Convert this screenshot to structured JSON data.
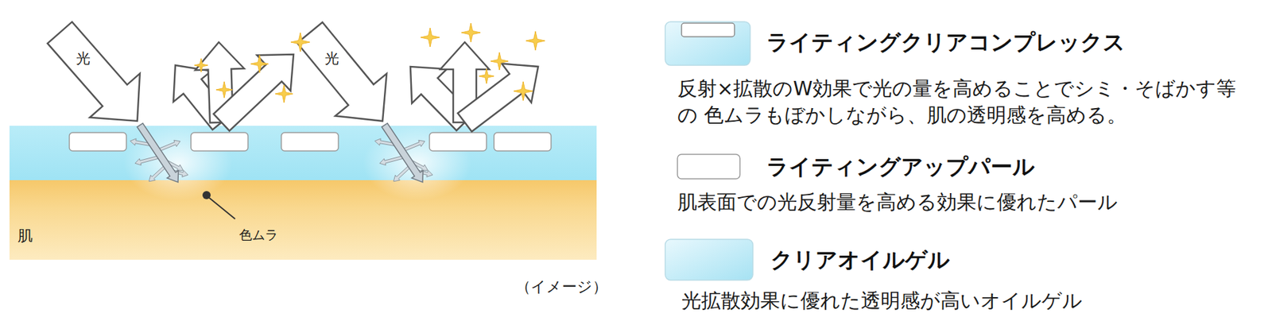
{
  "diagram": {
    "labels": [
      "光",
      "光",
      "色ムラ",
      "肌",
      "（イメージ）",
      "反射×拡散のW効果で光の量を高めることでシミ・そばかす等の 色ムラもぼかしながら、肌の透明感を高める。",
      "肌表面での光反射量を高める効果に優れたパール",
      "光拡散効果に優れた透明感が高いオイルゲル"
    ],
    "legend": [
      {
        "text": "ライティングクリアコンプレックス"
      },
      {
        "text": "ライティングアップパール"
      },
      {
        "text": "クリアオイルゲル"
      }
    ]
  }
}
